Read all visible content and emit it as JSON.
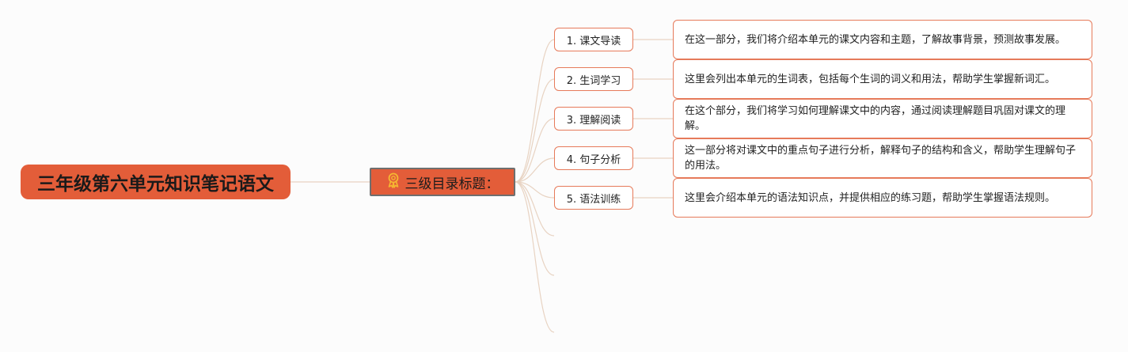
{
  "root": {
    "title": "三年级第六单元知识笔记语文"
  },
  "hub": {
    "label": "三级目录标题：",
    "icon": "award-ribbon-icon"
  },
  "items": [
    {
      "label": "1. 课文导读",
      "note": "在这一部分，我们将介绍本单元的课文内容和主题，了解故事背景，预测故事发展。"
    },
    {
      "label": "2. 生词学习",
      "note": "这里会列出本单元的生词表，包括每个生词的词义和用法，帮助学生掌握新词汇。"
    },
    {
      "label": "3. 理解阅读",
      "note": "在这个部分，我们将学习如何理解课文中的内容，通过阅读理解题目巩固对课文的理解。"
    },
    {
      "label": "4. 句子分析",
      "note": "这一部分将对课文中的重点句子进行分析，解释句子的结构和含义，帮助学生理解句子的用法。"
    },
    {
      "label": "5. 语法训练",
      "note": "这里会介绍本单元的语法知识点，并提供相应的练习题，帮助学生掌握语法规则。"
    }
  ],
  "colors": {
    "accent": "#e35d39",
    "border": "#e67a5a",
    "line": "#e8d3c2",
    "background": "#fcfcfc"
  }
}
